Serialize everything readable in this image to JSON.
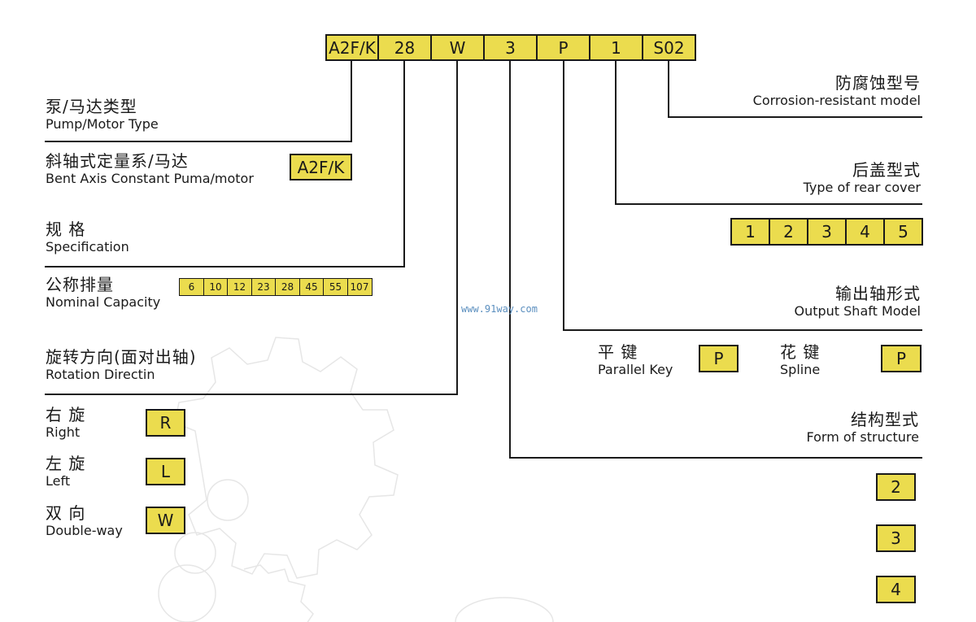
{
  "code": [
    "A2F/K",
    "28",
    "W",
    "3",
    "P",
    "1",
    "S02"
  ],
  "left": {
    "pump_type": {
      "cn": "泵/马达类型",
      "en": "Pump/Motor Type"
    },
    "bent_axis": {
      "cn": "斜轴式定量系/马达",
      "en": "Bent Axis Constant Puma/motor",
      "value": "A2F/K"
    },
    "specification": {
      "cn": "规 格",
      "en": "Specification"
    },
    "nominal": {
      "cn": "公称排量",
      "en": "Nominal Capacity",
      "values": [
        "6",
        "10",
        "12",
        "23",
        "28",
        "45",
        "55",
        "107"
      ]
    },
    "rotation": {
      "cn": "旋转方向(面对出轴)",
      "en": "Rotation Directin"
    },
    "right_rot": {
      "cn": "右 旋",
      "en": "Right",
      "value": "R"
    },
    "left_rot": {
      "cn": "左 旋",
      "en": "Left",
      "value": "L"
    },
    "double_way": {
      "cn": "双 向",
      "en": "Double-way",
      "value": "W"
    }
  },
  "right": {
    "corrosion": {
      "cn": "防腐蚀型号",
      "en": "Corrosion-resistant model"
    },
    "rear_cover": {
      "cn": "后盖型式",
      "en": "Type of rear cover",
      "values": [
        "1",
        "2",
        "3",
        "4",
        "5"
      ]
    },
    "output_shaft": {
      "cn": "输出轴形式",
      "en": "Output Shaft Model"
    },
    "parallel_key": {
      "cn": "平 键",
      "en": "Parallel Key",
      "value": "P"
    },
    "spline": {
      "cn": "花 键",
      "en": "Spline",
      "value": "P"
    },
    "structure": {
      "cn": "结构型式",
      "en": "Form of structure",
      "values": [
        "2",
        "3",
        "4"
      ]
    }
  },
  "watermark": "www.91way.com",
  "colors": {
    "box_fill": "#ebdc4e",
    "line": "#1a1a1a",
    "watermark": "#5b8fbf"
  }
}
